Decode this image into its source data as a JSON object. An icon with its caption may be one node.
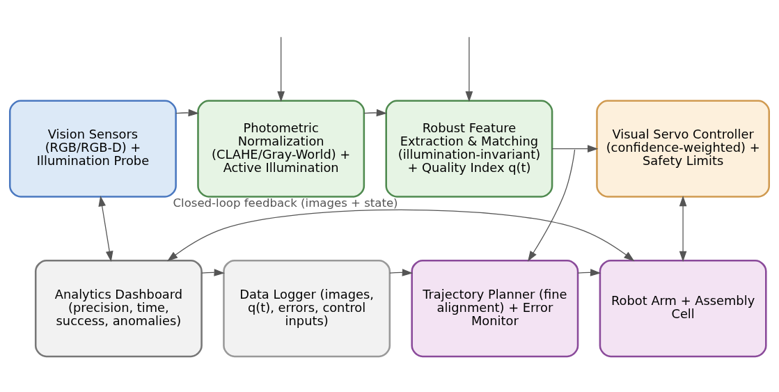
{
  "diagram": {
    "nodes": [
      {
        "text": [
          "Vision Sensors (RGB/RGB-D) + Illumination Probe"
        ]
      },
      {
        "text": [
          "Photometric Normalization (CLAHE/Gray-World) + Active Illumination"
        ]
      },
      {
        "text": [
          "Robust Feature Extraction & Matching (illumination-invariant) + Quality Index q(t)"
        ]
      },
      {
        "text": [
          "Visual Servo Controller (confidence-weighted) + Safety Limits"
        ]
      },
      {
        "text": [
          "Analytics Dashboard (precision, time, success, anomalies)"
        ]
      },
      {
        "text": [
          "Data Logger (images, q(t), errors, control inputs)"
        ]
      },
      {
        "text": [
          "Trajectory Planner (fine alignment) + Error Monitor"
        ]
      },
      {
        "text": [
          "Robot Arm + Assembly Cell"
        ]
      }
    ],
    "edges": [
      {
        "from": 0,
        "to": 1,
        "arrow": "to"
      },
      {
        "from": 1,
        "to": 2,
        "arrow": "to"
      },
      {
        "from": 2,
        "to": 3,
        "arrow": "to"
      },
      {
        "from": 4,
        "to": 5,
        "arrow": "to"
      },
      {
        "from": 5,
        "to": 6,
        "arrow": "to"
      },
      {
        "from": 6,
        "to": 7,
        "arrow": "to"
      },
      {
        "from": 0,
        "to": 4,
        "arrow": "both"
      },
      {
        "from": 3,
        "to": 7,
        "arrow": "both"
      },
      {
        "from": null,
        "to": 1,
        "arrow": "to"
      },
      {
        "from": null,
        "to": 2,
        "arrow": "to"
      },
      {
        "from": null,
        "to": 6,
        "arrow": "to"
      },
      {
        "from": 7,
        "to": 4,
        "arrow": "both",
        "label": "Closed-loop feedback (images + state)"
      }
    ]
  }
}
